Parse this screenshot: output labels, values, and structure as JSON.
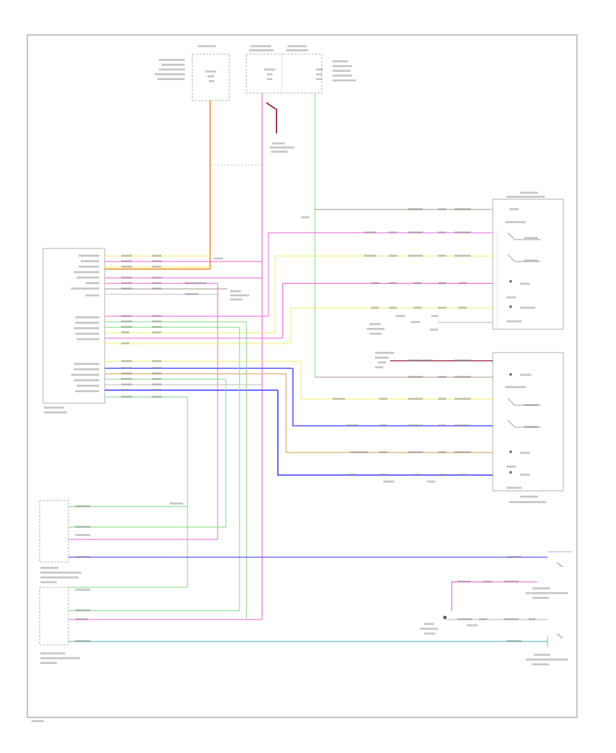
{
  "footer": {
    "code": ""
  },
  "colors": {
    "frame": "#9a9a9a",
    "orange": "#f2a14a",
    "pink": "#f07bdc",
    "yellow": "#f2f07a",
    "green": "#8ee08e",
    "blue": "#4d4dff",
    "tan": "#d8a868",
    "brown": "#b7a19a",
    "cyan": "#7cc6c6",
    "darkred": "#a0304a",
    "gray": "#aaaaaa"
  },
  "components": [
    {
      "id": "fuse-box-left",
      "kind": "fuse-box"
    },
    {
      "id": "fuse-box-right",
      "kind": "fuse-box"
    },
    {
      "id": "seat-module",
      "kind": "control-module"
    },
    {
      "id": "left-rear-seat-switch",
      "kind": "switch-assembly"
    },
    {
      "id": "right-rear-seat-switch",
      "kind": "switch-assembly"
    },
    {
      "id": "front-seat-recliner-motor",
      "kind": "motor"
    },
    {
      "id": "left-seat-recliner-motor",
      "kind": "motor"
    },
    {
      "id": "right-seat-position-sensor",
      "kind": "sensor"
    },
    {
      "id": "left-seat-position-sensor",
      "kind": "sensor"
    }
  ],
  "icons": [
    "ground-icon",
    "switch-icon",
    "splice-icon",
    "fuse-icon"
  ]
}
